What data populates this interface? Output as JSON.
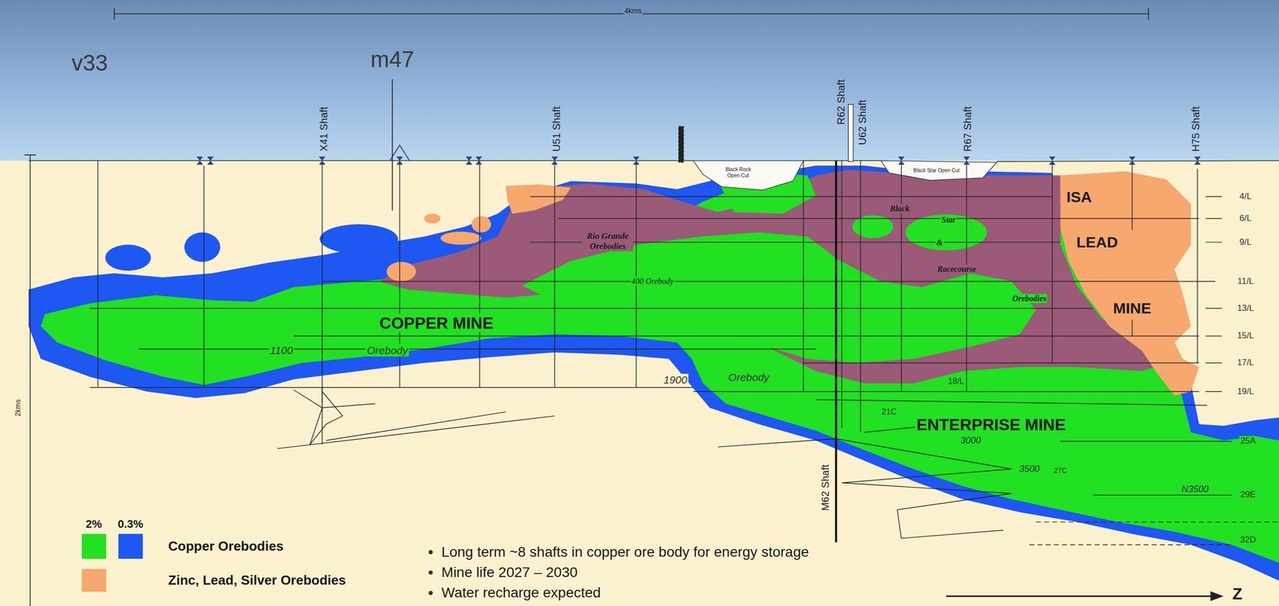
{
  "diagram": {
    "labels": [
      "4kms",
      "v33",
      "m47",
      "X41 Shaft",
      "U51 Shaft",
      "R62 Shaft",
      "U62 Shaft",
      "R67 Shaft",
      "H75 Shaft",
      "Black Rock Open Cut",
      "Black Star Open Cut",
      "ISA",
      "LEAD",
      "MINE",
      "Rio Grande Orebodies",
      "400 Orebody",
      "Black",
      "Star",
      "&",
      "Racecourse",
      "Orebodies",
      "COPPER MINE",
      "1100",
      "Orebody",
      "1900",
      "Orebody",
      "18/L",
      "21C",
      "ENTERPRISE MINE",
      "3000",
      "3500",
      "27C",
      "N3500",
      "M62 Shaft",
      "4/L",
      "6/L",
      "9/L",
      "11/L",
      "13/L",
      "15/L",
      "17/L",
      "19/L",
      "25A",
      "29E",
      "32D",
      "2kms",
      "Copper Orebodies",
      "Long term ~8 shafts in copper ore body for energy storage",
      "Mine life 2027 – 2030",
      "Water recharge expected",
      "Z"
    ],
    "legend": [
      {
        "text": "2%",
        "color": "#22e022"
      },
      {
        "text": "0.3%",
        "color": "#1e57f2"
      },
      {
        "text": "Zinc, Lead, Silver Orebodies",
        "color": "#f6a86e"
      }
    ]
  }
}
